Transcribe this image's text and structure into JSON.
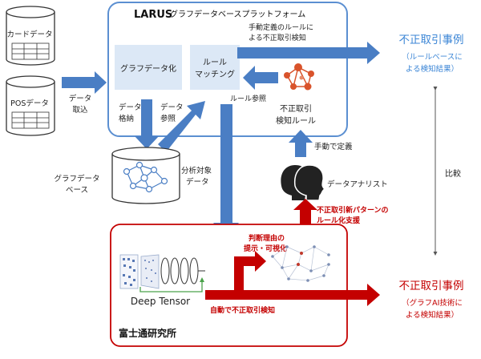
{
  "card_db": {
    "label": "カードデータ"
  },
  "pos_db": {
    "label": "POSデータ"
  },
  "ingest": {
    "line1": "データ",
    "line2": "取込"
  },
  "larus": {
    "title": "LARUS",
    "subtitle": "グラフデータベースプラットフォーム"
  },
  "graphify": {
    "label": "グラフデータ化"
  },
  "matching": {
    "line1": "ルール",
    "line2": "マッチング"
  },
  "manual_rule_note": {
    "line1": "手動定義のルールに",
    "line2": "よる不正取引検知"
  },
  "rule_ref": {
    "label": "ルール参照"
  },
  "fraud_rules": {
    "line1": "不正取引",
    "line2": "検知ルール"
  },
  "store": {
    "line1": "データ",
    "line2": "格納"
  },
  "ref": {
    "line1": "データ",
    "line2": "参照"
  },
  "graph_db": {
    "line1": "グラフデータ",
    "line2": "ベース"
  },
  "analysis_target": {
    "line1": "分析対象",
    "line2": "データ"
  },
  "manual_def": {
    "label": "手動で定義"
  },
  "analyst": {
    "label": "データアナリスト"
  },
  "compare": {
    "label": "比較"
  },
  "result_rule": {
    "title": "不正取引事例",
    "line1": "（ルールベースに",
    "line2": "よる検知結果）"
  },
  "result_ai": {
    "title": "不正取引事例",
    "line1": "（グラフAI技術に",
    "line2": "よる検知結果）"
  },
  "new_pattern": {
    "line1": "不正取引新パターンの",
    "line2": "ルール化支援"
  },
  "explain": {
    "line1": "判断理由の",
    "line2": "提示・可視化"
  },
  "auto_detect": {
    "label": "自動で不正取引検知"
  },
  "deep_tensor": {
    "label": "Deep Tensor"
  },
  "fujitsu_lab": {
    "label": "富士通研究所"
  },
  "colors": {
    "blue_arrow": "#4a7ec4",
    "blue_frame": "#5b8fd1",
    "light_blue_box": "#dce8f6",
    "red": "#c40000",
    "result_blue": "#3c86d6",
    "text": "#222222"
  }
}
